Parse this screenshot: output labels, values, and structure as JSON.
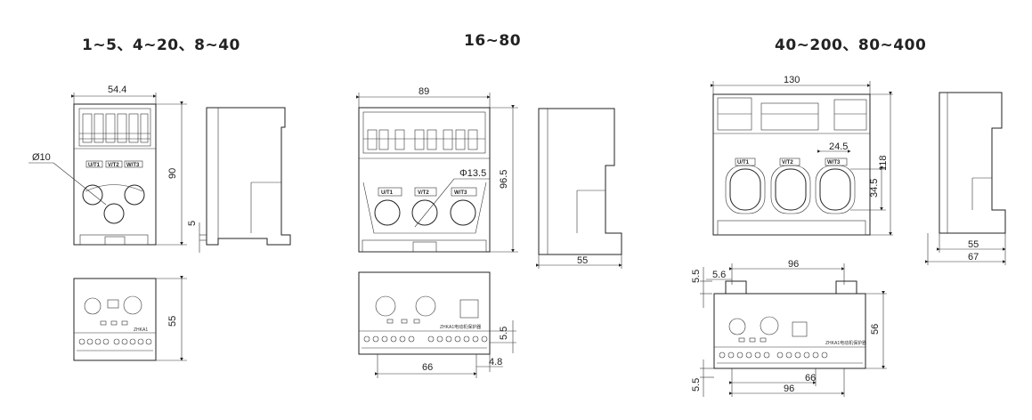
{
  "titles": {
    "left": "1~5、4~20、8~40",
    "middle": "16~80",
    "right": "40~200、80~400"
  },
  "left": {
    "width": "54.4",
    "height": "90",
    "hole": "Ø10",
    "foot": "5",
    "front_height": "55",
    "terminals": [
      "U/T1",
      "V/T2",
      "W/T3"
    ],
    "model": "ZHKA1"
  },
  "middle": {
    "width": "89",
    "height": "96.5",
    "hole": "Φ13.5",
    "side_depth": "55",
    "front_span": "66",
    "front_edge": "4.8",
    "front_step": "5.5",
    "terminals": [
      "U/T1",
      "V/T2",
      "W/T3"
    ],
    "model": "ZHKA1电动机保护器"
  },
  "right": {
    "width": "130",
    "height": "118",
    "hole_w": "24.5",
    "hole_h": "34.5",
    "side_inner": "55",
    "side_outer": "67",
    "top_span": "96",
    "top_tab": "5.6",
    "top_step": "5.5",
    "front_height": "56",
    "bottom_span_a": "66",
    "bottom_span_b": "96",
    "bottom_step": "5.5",
    "terminals": [
      "U/T1",
      "V/T2",
      "W/T3"
    ],
    "model": "ZHKA1电动机保护器"
  }
}
